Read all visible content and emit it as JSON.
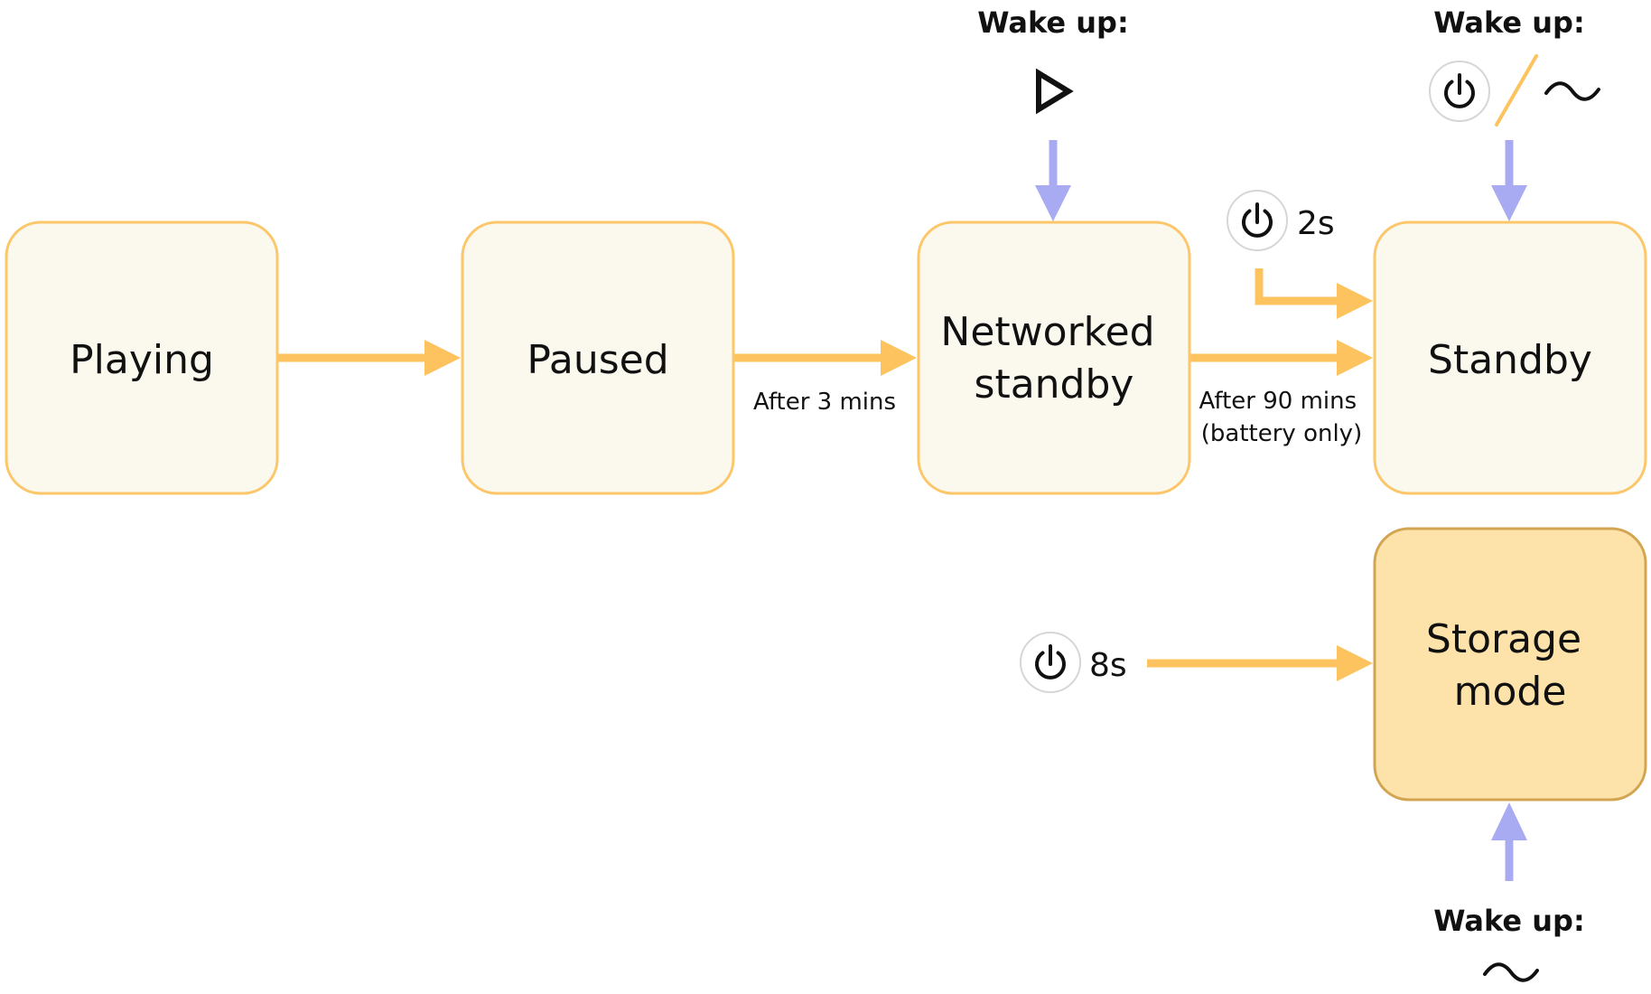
{
  "nodes": {
    "playing": "Playing",
    "paused": "Paused",
    "networked_standby": [
      "Networked",
      "standby"
    ],
    "standby": "Standby",
    "storage_mode": [
      "Storage",
      "mode"
    ]
  },
  "edges": {
    "paused_to_networked": "After 3 mins",
    "networked_to_standby": [
      "After 90 mins",
      "(battery only)"
    ]
  },
  "triggers": {
    "standby_power_hold": "2s",
    "storage_power_hold": "8s"
  },
  "wake_up": {
    "networked_standby": {
      "label": "Wake up:",
      "icons": [
        "play-icon"
      ]
    },
    "standby": {
      "label": "Wake up:",
      "icons": [
        "power-icon",
        "ac-power-icon"
      ]
    },
    "storage_mode": {
      "label": "Wake up:",
      "icons": [
        "ac-power-icon"
      ]
    }
  },
  "colors": {
    "node_fill": "#fbf9ee",
    "node_border": "#fcc66a",
    "storage_fill": "#fde2aa",
    "storage_border": "#d3a552",
    "transition_arrow": "#fcc35f",
    "wake_arrow": "#a8abf2"
  }
}
